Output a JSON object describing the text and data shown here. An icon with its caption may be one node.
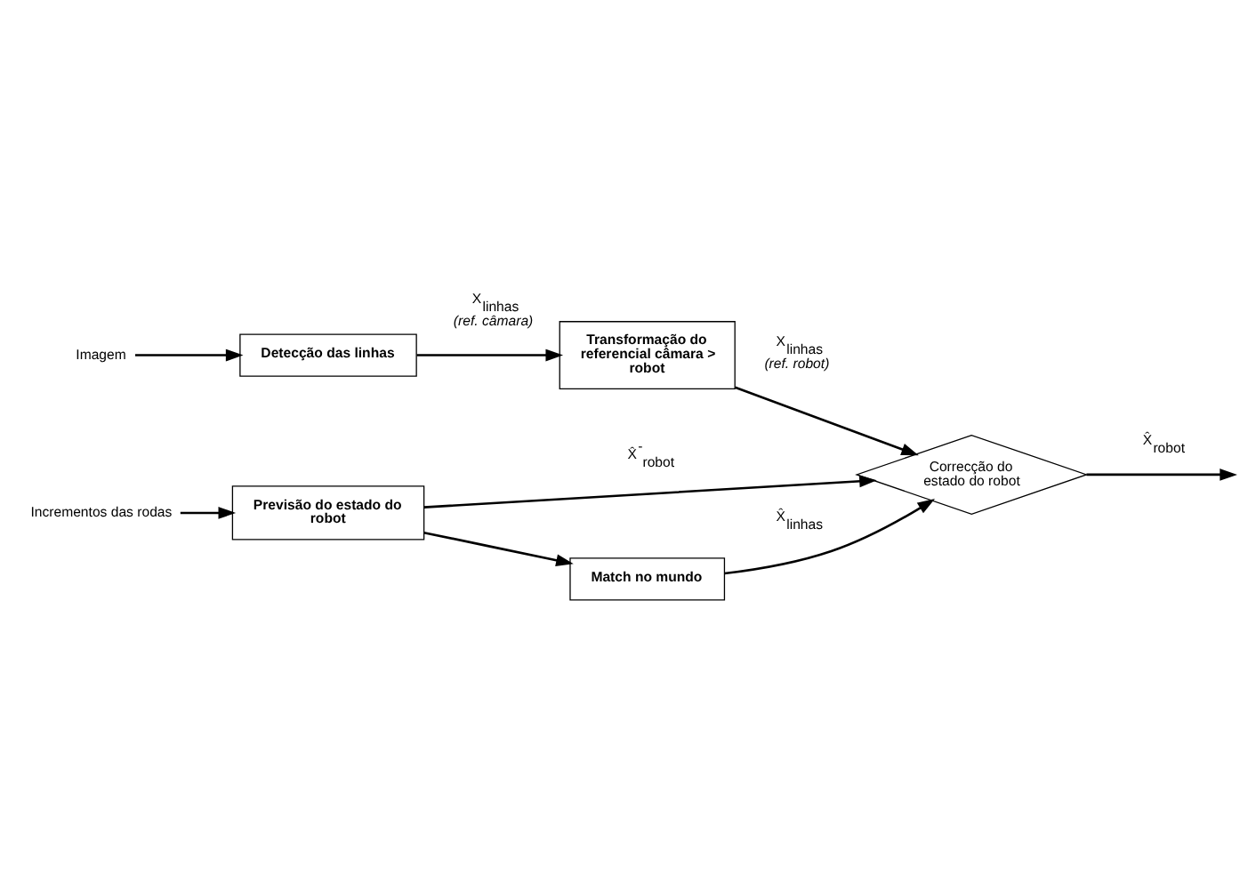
{
  "diagram": {
    "nodes": [
      {
        "text": [
          "Imagem"
        ]
      },
      {
        "text": [
          "Detecção das linhas"
        ]
      },
      {
        "text": [
          "Transformação do referencial câmara > robot"
        ]
      },
      {
        "text": [
          "Incrementos das rodas"
        ]
      },
      {
        "text": [
          "Previsão do estado do robot"
        ]
      },
      {
        "text": [
          "Correcção do estado do robot"
        ]
      },
      {
        "text": [
          "Match no mundo"
        ]
      }
    ],
    "edges": [
      {
        "from": 0,
        "to": 1,
        "arrow": "to"
      },
      {
        "from": 1,
        "to": 2,
        "arrow": "to",
        "label": "X$_{linhas}$ *(ref. câmara)*"
      },
      {
        "from": 2,
        "to": 5,
        "arrow": "to",
        "label": "X$_{linhas}$ *(ref. robot)*"
      },
      {
        "from": 3,
        "to": 4,
        "arrow": "to"
      },
      {
        "from": 4,
        "to": 5,
        "arrow": "to",
        "label": "X̂$^{-}$$_{robot}$"
      },
      {
        "from": 4,
        "to": 6,
        "arrow": "to"
      },
      {
        "from": 5,
        "to": null,
        "arrow": "to",
        "label": "X̂$_{robot}$"
      },
      {
        "from": 6,
        "to": 5,
        "arrow": "to",
        "label": "X̂$_{linhas}$"
      }
    ]
  }
}
